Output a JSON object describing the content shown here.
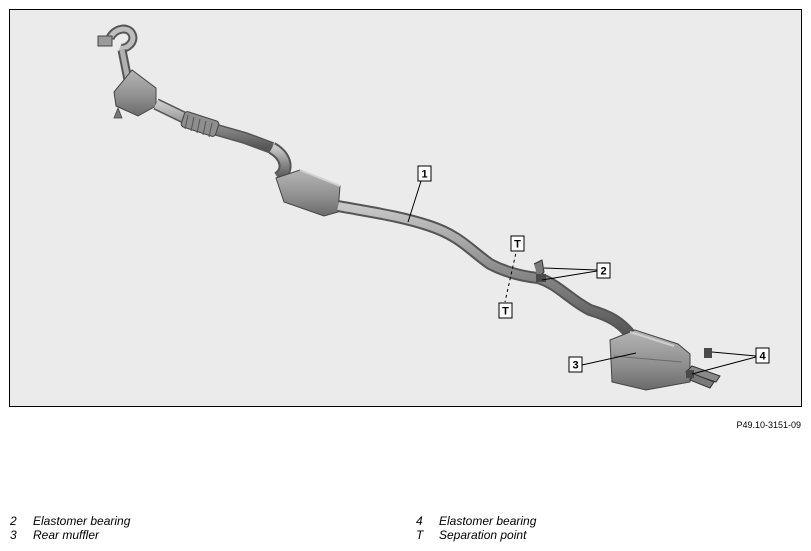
{
  "figure_id": "P49.10-3151-09",
  "callouts": {
    "c1": "1",
    "c2": "2",
    "c3": "3",
    "c4": "4",
    "t_top": "T",
    "t_bottom": "T"
  },
  "legend_left": [
    {
      "num": "2",
      "text": "Elastomer bearing"
    },
    {
      "num": "3",
      "text": "Rear muffler"
    }
  ],
  "legend_right": [
    {
      "num": "4",
      "text": "Elastomer bearing"
    },
    {
      "num": "T",
      "text": "Separation point"
    }
  ],
  "colors": {
    "background": "#ebebeb",
    "pipe": "#8a8a8a",
    "pipe_dark": "#5a5a5a",
    "pipe_light": "#c4c4c4",
    "muffler": "#9a9a9a"
  }
}
